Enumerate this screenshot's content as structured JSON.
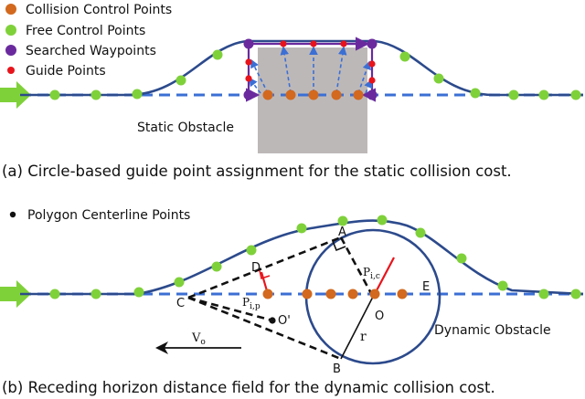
{
  "legend": {
    "collision": "Collision Control Points",
    "free": "Free Control Points",
    "searched": "Searched Waypoints",
    "guide": "Guide Points",
    "centerline": "Polygon Centerline Points"
  },
  "labels": {
    "static_obstacle": "Static Obstacle",
    "dynamic_obstacle": "Dynamic Obstacle",
    "A": "A",
    "B": "B",
    "C": "C",
    "D": "D",
    "E": "E",
    "O": "O",
    "O_prime": "O'",
    "r": "r",
    "p_ic_base": "P",
    "p_ic_sub": "i,c",
    "p_ip_base": "P",
    "p_ip_sub": "i,p",
    "v_base": "V",
    "v_sub": "o"
  },
  "captions": {
    "a": "(a) Circle-based guide point assignment for the static collision cost.",
    "b": "(b) Receding horizon distance field for the dynamic collision cost."
  },
  "colors": {
    "trajectory": "#2c4a8c",
    "reference": "#3b6fd4",
    "free_point": "#7fd13a",
    "collision_point": "#d2691e",
    "searched_point": "#6a2a9e",
    "guide_point": "#e8141c",
    "obstacle": "#bdb8b8",
    "arrow": "#7fd13a"
  }
}
